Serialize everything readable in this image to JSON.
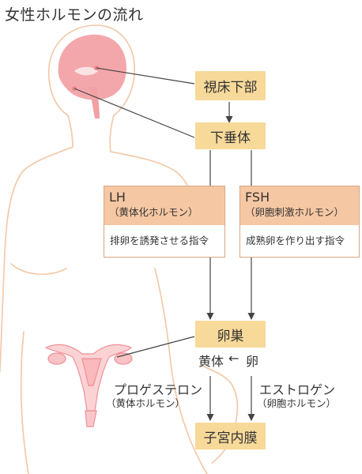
{
  "title": "女性ホルモンの流れ",
  "nodes": {
    "hypothalamus": "視床下部",
    "pituitary": "下垂体",
    "ovary": "卵巣",
    "uterus": "子宮内膜",
    "corpus_luteum": "黄体",
    "egg": "卵",
    "arrow_left": "←"
  },
  "hormones": [
    {
      "name": "LH",
      "sub": "（黄体化ホルモン）",
      "desc": "排卵を誘発させる指令"
    },
    {
      "name": "FSH",
      "sub": "（卵胞刺激ホルモン）",
      "desc": "成熟卵を作り出す指令"
    }
  ],
  "ovarian_hormones": [
    {
      "name": "プロゲステロン",
      "sub": "（黄体ホルモン）"
    },
    {
      "name": "エストロゲン",
      "sub": "（卵胞ホルモン）"
    }
  ],
  "colors": {
    "node_fill": "#f7d999",
    "card_head": "#f6c7a3",
    "card_border": "#d9a57f",
    "body_outline": "#f2c7a6",
    "brain": "#f4a7ab",
    "arrow": "#444444"
  }
}
